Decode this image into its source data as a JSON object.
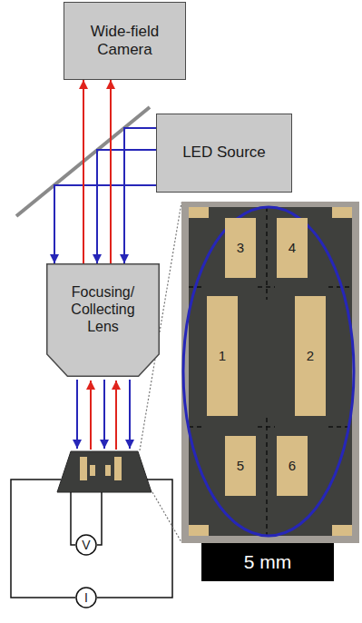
{
  "diagram": {
    "nodes": [
      {
        "text": [
          "Wide-field Camera"
        ]
      },
      {
        "text": [
          "LED Source"
        ]
      },
      {
        "text": [
          "Focusing/ Collecting Lens"
        ]
      },
      {
        "text": [
          "3"
        ]
      },
      {
        "text": [
          "4"
        ]
      },
      {
        "text": [
          "1"
        ]
      },
      {
        "text": [
          "2"
        ]
      },
      {
        "text": [
          "5"
        ]
      },
      {
        "text": [
          "6"
        ]
      },
      {
        "text": [
          "V"
        ]
      },
      {
        "text": [
          "I"
        ]
      },
      {
        "text": [
          "5 mm"
        ]
      }
    ],
    "edges": [
      {
        "from": 1,
        "to": 2,
        "arrow": "to"
      },
      {
        "from": 1,
        "to": 2,
        "arrow": "to"
      },
      {
        "from": 1,
        "to": 2,
        "arrow": "to"
      },
      {
        "from": 2,
        "to": 0,
        "arrow": "to"
      },
      {
        "from": 2,
        "to": 0,
        "arrow": "to"
      }
    ]
  }
}
